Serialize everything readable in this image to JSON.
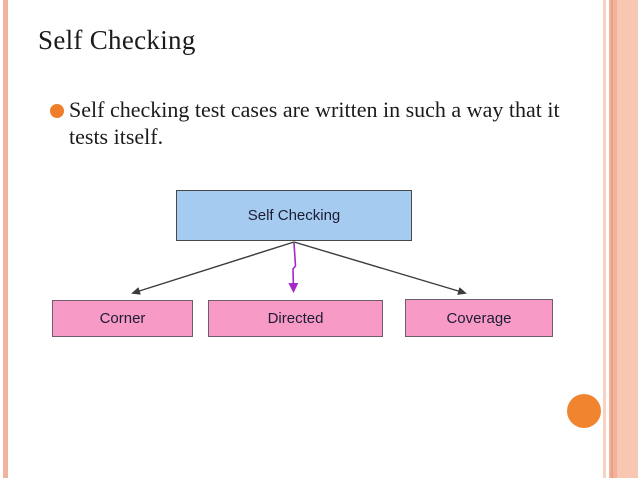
{
  "slide": {
    "title": "Self Checking",
    "bullet": {
      "lines": [
        "Self checking test cases are written in such a way that it",
        "tests itself."
      ]
    }
  },
  "diagram": {
    "root_label": "Self Checking",
    "children": [
      {
        "label": "Corner"
      },
      {
        "label": "Directed"
      },
      {
        "label": "Coverage"
      }
    ]
  },
  "colors": {
    "title_color": "#1b1b1b",
    "body_color": "#1b1b1b",
    "box_text": "#1c1c34",
    "root_box_fill": "#a6cbf0",
    "root_box_border": "#474747",
    "child_box_fill": "#f79ac5",
    "child_box_border": "#6d5d6d",
    "arrow_dark": "#3c3c3c",
    "arrow_purple": "#a428c8",
    "bullet_orange": "#ef7d2a",
    "circle_orange": "#f1852f",
    "stripe_left_salmon": "#f2b39e",
    "stripe_pale": "#f7d2c3",
    "stripe_mid": "#f3b29a",
    "stripe_dark": "#eea085",
    "stripe_wide": "#f8c7b1"
  }
}
